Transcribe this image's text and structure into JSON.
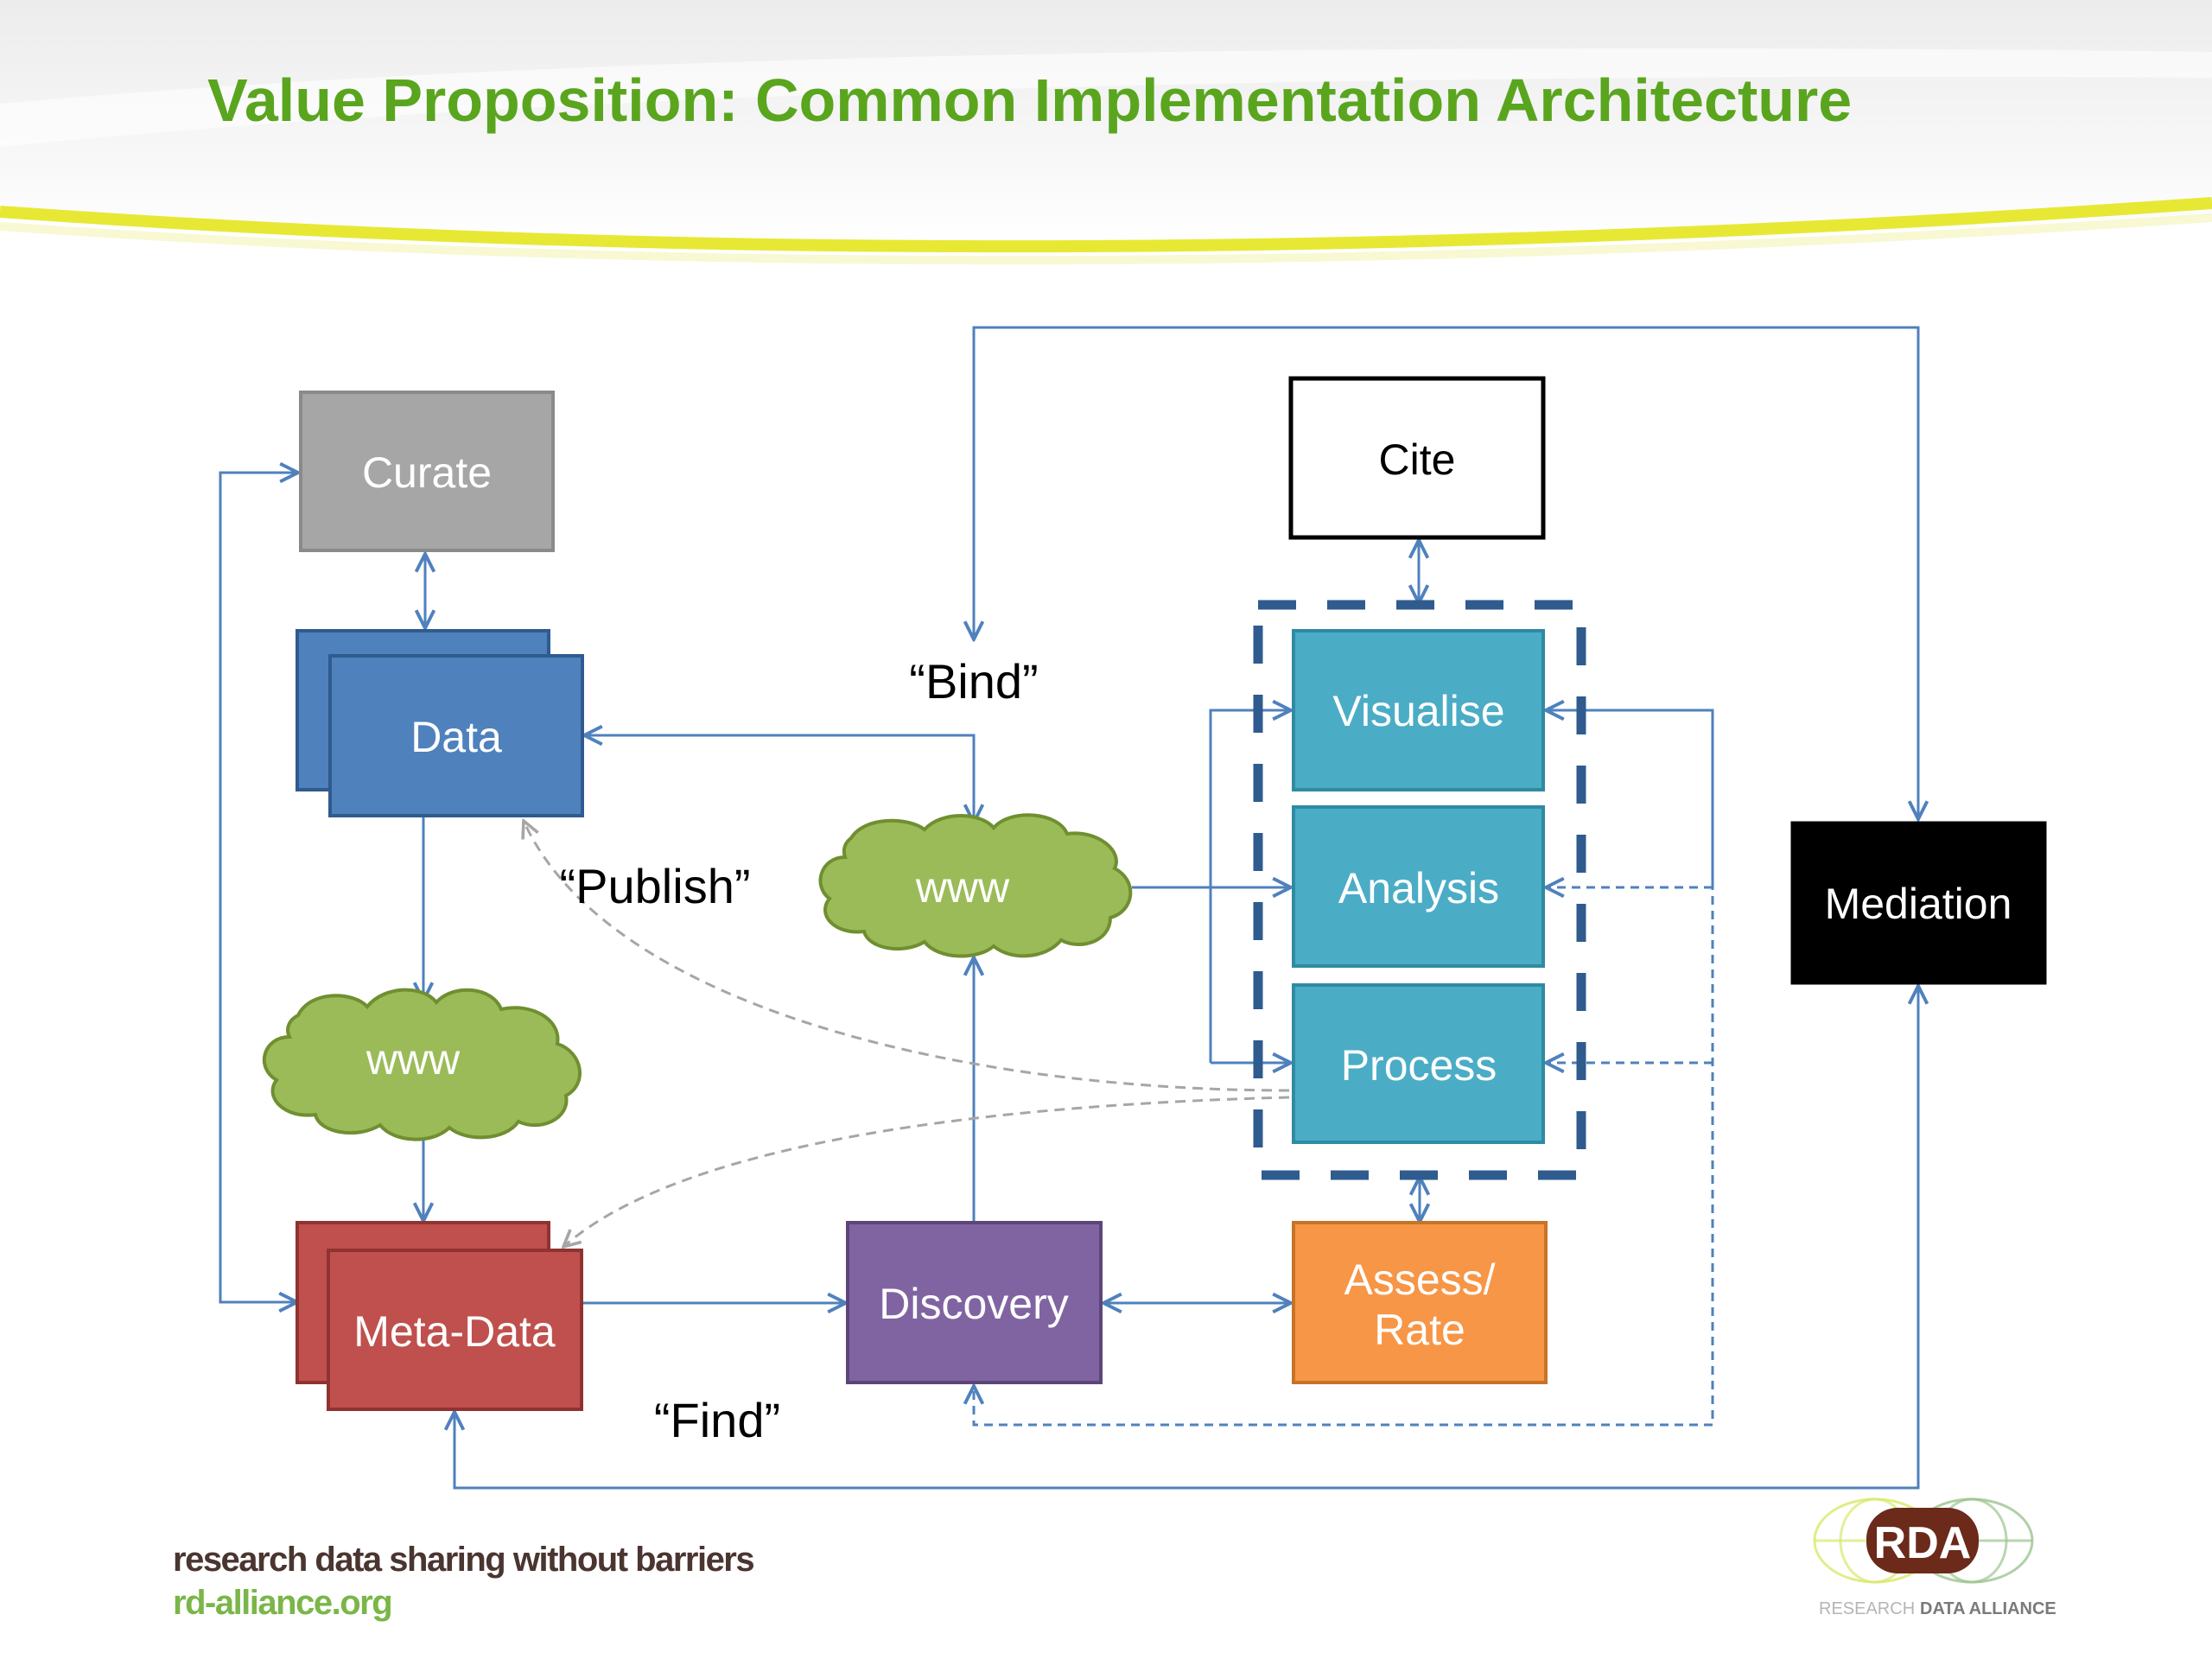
{
  "slide": {
    "title": "Value Proposition: Common Implementation Architecture",
    "colors": {
      "title": "#5aa51e",
      "connector": "#4f81bd",
      "dashed_group": "#2f5b8e",
      "curve_dashed": "#a6a6a6",
      "swoosh": "#e4e61e"
    }
  },
  "nodes": {
    "curate": {
      "label": "Curate",
      "fill": "#a6a6a6",
      "stroke": "#8a8a8a",
      "text": "#ffffff"
    },
    "data": {
      "label": "Data",
      "fill": "#4f81bd",
      "stroke": "#2f5b8e",
      "text": "#ffffff"
    },
    "www_left": {
      "label": "www",
      "fill": "#9bbb59",
      "stroke": "#6f8f31",
      "text": "#ffffff"
    },
    "meta_data": {
      "label": "Meta-Data",
      "fill": "#c0504d",
      "stroke": "#8f3331",
      "text": "#ffffff"
    },
    "www_center": {
      "label": "www",
      "fill": "#9bbb59",
      "stroke": "#6f8f31",
      "text": "#ffffff"
    },
    "discovery": {
      "label": "Discovery",
      "fill": "#8064a2",
      "stroke": "#5c4678",
      "text": "#ffffff"
    },
    "cite": {
      "label": "Cite",
      "fill": "#ffffff",
      "stroke": "#000000",
      "text": "#000000"
    },
    "visualise": {
      "label": "Visualise",
      "fill": "#4bacc6",
      "stroke": "#2f8ba3",
      "text": "#ffffff"
    },
    "analysis": {
      "label": "Analysis",
      "fill": "#4bacc6",
      "stroke": "#2f8ba3",
      "text": "#ffffff"
    },
    "process": {
      "label": "Process",
      "fill": "#4bacc6",
      "stroke": "#2f8ba3",
      "text": "#ffffff"
    },
    "assess_rate": {
      "label_line1": "Assess/",
      "label_line2": "Rate",
      "fill": "#f79646",
      "stroke": "#c77328",
      "text": "#ffffff"
    },
    "mediation": {
      "label": "Mediation",
      "fill": "#000000",
      "stroke": "#000000",
      "text": "#ffffff"
    }
  },
  "annotations": {
    "bind": "“Bind”",
    "publish": "“Publish”",
    "find": "“Find”"
  },
  "footer": {
    "tagline": "research data sharing without barriers",
    "url": "rd-alliance.org",
    "tagline_color": "#4a3530",
    "url_color": "#7ab648",
    "logo": {
      "acronym": "RDA",
      "name_part1": "RESEARCH",
      "name_part2": "DATA ALLIANCE",
      "badge_color": "#6b2a1a"
    }
  }
}
